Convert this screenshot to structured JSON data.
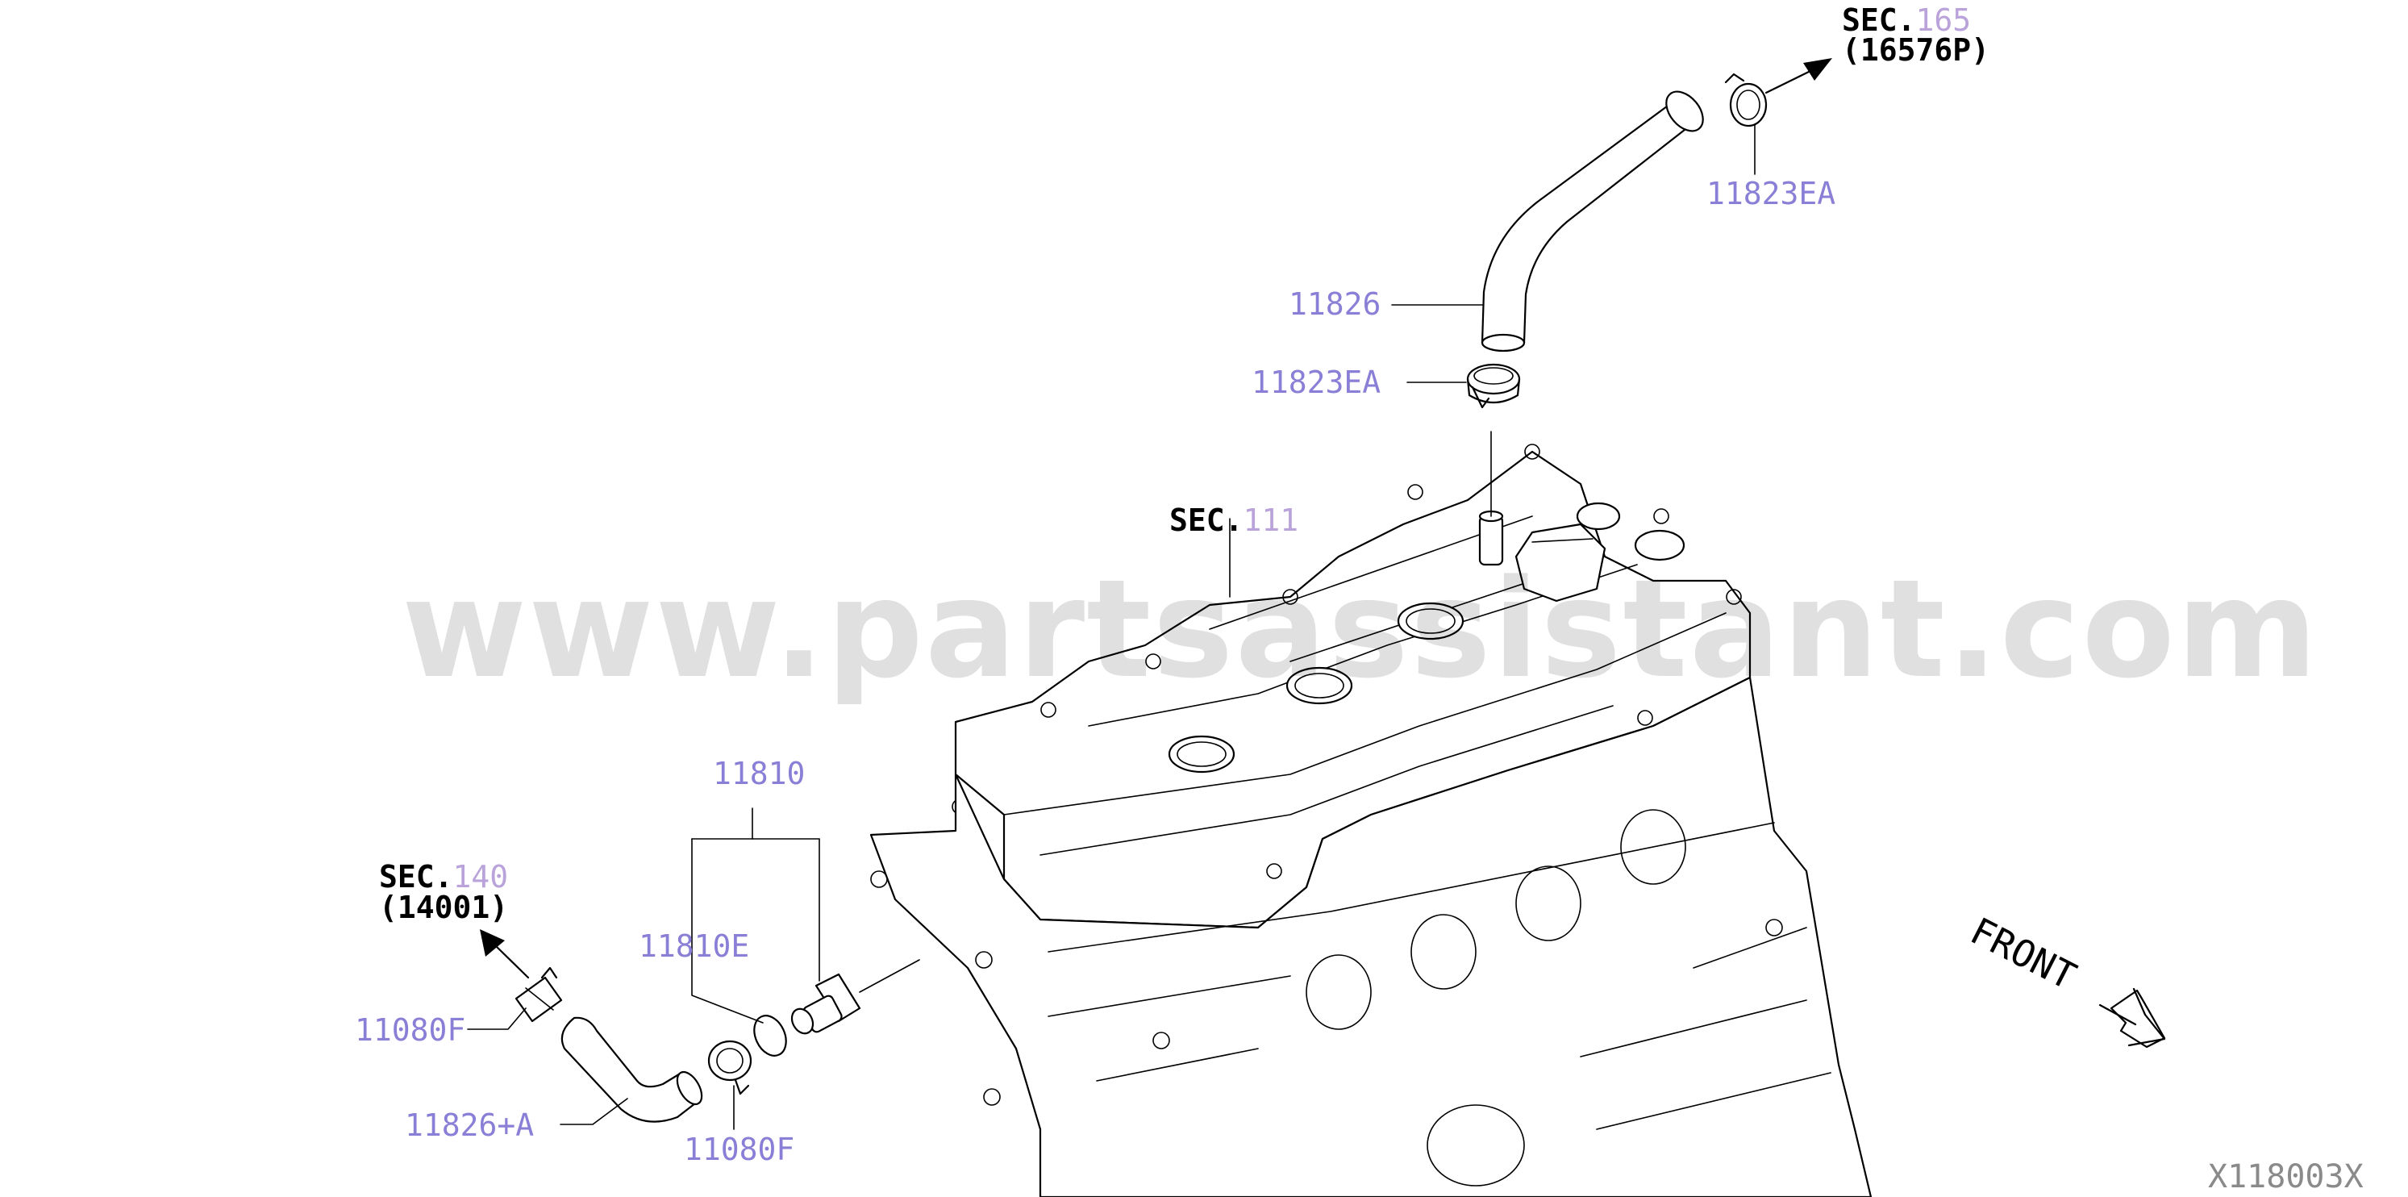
{
  "watermark": "www.partsassistant.com",
  "front_label": "FRONT",
  "diagram_code": "X118003X",
  "labels": {
    "p11823ea_top": "11823EA",
    "p11826": "11826",
    "p11823ea_mid": "11823EA",
    "p11810": "11810",
    "p11810e": "11810E",
    "p11080f_left": "11080F",
    "p11826a": "11826+A",
    "p11080f_bottom": "11080F"
  },
  "sections": {
    "sec165": {
      "prefix": "SEC.",
      "num": "165",
      "sub": "(16576P)"
    },
    "sec111": {
      "prefix": "SEC.",
      "num": "111"
    },
    "sec140": {
      "prefix": "SEC.",
      "num": "140",
      "sub": "(14001)"
    }
  }
}
